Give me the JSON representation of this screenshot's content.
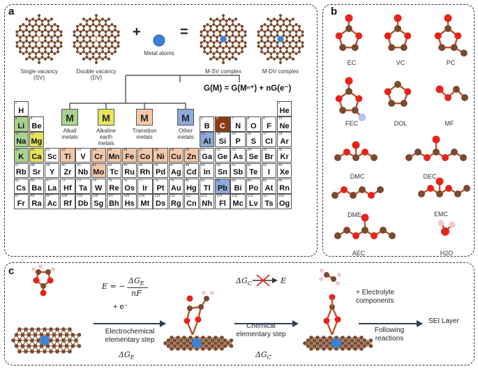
{
  "panel_a": {
    "label": "a",
    "captions": {
      "sv": "Single vacancy\n(SV)",
      "dv": "Double vacancy\n(DV)",
      "metal": "Metal atoms",
      "msv": "M-SV complex",
      "mdv": "M-DV complex"
    },
    "plus": "+",
    "equals": "=",
    "formula": "G(M) = G(Mⁿ⁺) + nG(e⁻)",
    "categories": [
      {
        "symbol": "M",
        "label": "Alkali\nmetals",
        "color": "#a9d18e"
      },
      {
        "symbol": "M",
        "label": "Alkaline\nearth\nmetals",
        "color": "#e6e35b"
      },
      {
        "symbol": "M",
        "label": "Transition\nmetals",
        "color": "#f4c7a7"
      },
      {
        "symbol": "M",
        "label": "Other\nmetals",
        "color": "#8ea9db"
      }
    ],
    "elements": [
      [
        "1",
        "H",
        1,
        1,
        "none"
      ],
      [
        "2",
        "He",
        18,
        1,
        "none"
      ],
      [
        "3",
        "Li",
        1,
        2,
        "alkali"
      ],
      [
        "4",
        "Be",
        2,
        2,
        "none"
      ],
      [
        "5",
        "B",
        13,
        2,
        "none"
      ],
      [
        "6",
        "C",
        14,
        2,
        "carbon"
      ],
      [
        "7",
        "N",
        15,
        2,
        "none"
      ],
      [
        "8",
        "O",
        16,
        2,
        "none"
      ],
      [
        "9",
        "F",
        17,
        2,
        "none"
      ],
      [
        "10",
        "Ne",
        18,
        2,
        "none"
      ],
      [
        "11",
        "Na",
        1,
        3,
        "alkali"
      ],
      [
        "12",
        "Mg",
        2,
        3,
        "alkaline"
      ],
      [
        "13",
        "Al",
        13,
        3,
        "other"
      ],
      [
        "14",
        "Si",
        14,
        3,
        "none"
      ],
      [
        "15",
        "P",
        15,
        3,
        "none"
      ],
      [
        "16",
        "S",
        16,
        3,
        "none"
      ],
      [
        "17",
        "Cl",
        17,
        3,
        "none"
      ],
      [
        "18",
        "Ar",
        18,
        3,
        "none"
      ],
      [
        "19",
        "K",
        1,
        4,
        "alkali"
      ],
      [
        "20",
        "Ca",
        2,
        4,
        "alkaline"
      ],
      [
        "21",
        "Sc",
        3,
        4,
        "none"
      ],
      [
        "22",
        "Ti",
        4,
        4,
        "transition"
      ],
      [
        "23",
        "V",
        5,
        4,
        "none"
      ],
      [
        "24",
        "Cr",
        6,
        4,
        "transition"
      ],
      [
        "25",
        "Mn",
        7,
        4,
        "transition"
      ],
      [
        "26",
        "Fe",
        8,
        4,
        "transition"
      ],
      [
        "27",
        "Co",
        9,
        4,
        "transition"
      ],
      [
        "28",
        "Ni",
        10,
        4,
        "transition"
      ],
      [
        "29",
        "Cu",
        11,
        4,
        "transition"
      ],
      [
        "30",
        "Zn",
        12,
        4,
        "transition"
      ],
      [
        "31",
        "Ga",
        13,
        4,
        "none"
      ],
      [
        "32",
        "Ge",
        14,
        4,
        "none"
      ],
      [
        "33",
        "As",
        15,
        4,
        "none"
      ],
      [
        "34",
        "Se",
        16,
        4,
        "none"
      ],
      [
        "35",
        "Br",
        17,
        4,
        "none"
      ],
      [
        "36",
        "Kr",
        18,
        4,
        "none"
      ],
      [
        "37",
        "Rb",
        1,
        5,
        "none"
      ],
      [
        "38",
        "Sr",
        2,
        5,
        "none"
      ],
      [
        "39",
        "Y",
        3,
        5,
        "none"
      ],
      [
        "40",
        "Zr",
        4,
        5,
        "none"
      ],
      [
        "41",
        "Nb",
        5,
        5,
        "none"
      ],
      [
        "42",
        "Mo",
        6,
        5,
        "transition"
      ],
      [
        "43",
        "Tc",
        7,
        5,
        "none"
      ],
      [
        "44",
        "Ru",
        8,
        5,
        "none"
      ],
      [
        "45",
        "Rh",
        9,
        5,
        "none"
      ],
      [
        "46",
        "Pd",
        10,
        5,
        "none"
      ],
      [
        "47",
        "Ag",
        11,
        5,
        "none"
      ],
      [
        "48",
        "Cd",
        12,
        5,
        "none"
      ],
      [
        "49",
        "In",
        13,
        5,
        "none"
      ],
      [
        "50",
        "Sn",
        14,
        5,
        "none"
      ],
      [
        "51",
        "Sb",
        15,
        5,
        "none"
      ],
      [
        "52",
        "Te",
        16,
        5,
        "none"
      ],
      [
        "53",
        "I",
        17,
        5,
        "none"
      ],
      [
        "54",
        "Xe",
        18,
        5,
        "none"
      ],
      [
        "55",
        "Cs",
        1,
        6,
        "none"
      ],
      [
        "56",
        "Ba",
        2,
        6,
        "none"
      ],
      [
        "57 *",
        "La",
        3,
        6,
        "none"
      ],
      [
        "72",
        "Hf",
        4,
        6,
        "none"
      ],
      [
        "73",
        "Ta",
        5,
        6,
        "none"
      ],
      [
        "74",
        "W",
        6,
        6,
        "none"
      ],
      [
        "75",
        "Re",
        7,
        6,
        "none"
      ],
      [
        "76",
        "Os",
        8,
        6,
        "none"
      ],
      [
        "77",
        "Ir",
        9,
        6,
        "none"
      ],
      [
        "78",
        "Pt",
        10,
        6,
        "none"
      ],
      [
        "79",
        "Au",
        11,
        6,
        "none"
      ],
      [
        "80",
        "Hg",
        12,
        6,
        "none"
      ],
      [
        "81",
        "Tl",
        13,
        6,
        "none"
      ],
      [
        "82",
        "Pb",
        14,
        6,
        "other"
      ],
      [
        "83",
        "Bi",
        15,
        6,
        "none"
      ],
      [
        "84",
        "Po",
        16,
        6,
        "none"
      ],
      [
        "85",
        "At",
        17,
        6,
        "none"
      ],
      [
        "86",
        "Rn",
        18,
        6,
        "none"
      ],
      [
        "87",
        "Fr",
        1,
        7,
        "none"
      ],
      [
        "88",
        "Ra",
        2,
        7,
        "none"
      ],
      [
        "89 **",
        "Ac",
        3,
        7,
        "none"
      ],
      [
        "104",
        "Rf",
        4,
        7,
        "none"
      ],
      [
        "105",
        "Db",
        5,
        7,
        "none"
      ],
      [
        "106",
        "Sg",
        6,
        7,
        "none"
      ],
      [
        "107",
        "Bh",
        7,
        7,
        "none"
      ],
      [
        "108",
        "Hs",
        8,
        7,
        "none"
      ],
      [
        "109",
        "Mt",
        9,
        7,
        "none"
      ],
      [
        "110",
        "Ds",
        10,
        7,
        "none"
      ],
      [
        "111",
        "Rg",
        11,
        7,
        "none"
      ],
      [
        "112",
        "Cn",
        12,
        7,
        "none"
      ],
      [
        "113",
        "Nh",
        13,
        7,
        "none"
      ],
      [
        "114",
        "Fl",
        14,
        7,
        "none"
      ],
      [
        "115",
        "Mc",
        15,
        7,
        "none"
      ],
      [
        "116",
        "Lv",
        16,
        7,
        "none"
      ],
      [
        "117",
        "Ts",
        17,
        7,
        "none"
      ],
      [
        "118",
        "Og",
        18,
        7,
        "none"
      ]
    ],
    "colors": {
      "alkali": "#a9d18e",
      "alkaline": "#e6e35b",
      "transition": "#f4c7a7",
      "other": "#8ea9db",
      "carbon": "#8b3a0f",
      "none": "#ffffff",
      "atom_c": "#7a4a2f",
      "atom_o": "#e8231c",
      "atom_metal": "#3b82d6",
      "atom_h": "#f2c8c8",
      "atom_f": "#b8c4ee"
    }
  },
  "panel_b": {
    "label": "b",
    "molecules": [
      "EC",
      "VC",
      "PC",
      "FEC",
      "DOL",
      "MF",
      "DMC",
      "DEC",
      "DME",
      "EMC",
      "AEC",
      "H2O"
    ]
  },
  "panel_c": {
    "label": "c",
    "eq_e": "E = −",
    "eq_num": "ΔG",
    "eq_num_sub": "E",
    "eq_den": "nF",
    "plus_e": "+ e⁻",
    "step1": "Electrochemical\nelementary step",
    "dge": "ΔG",
    "dge_sub": "E",
    "dgc_top": "ΔG",
    "dgc_top_sub": "C",
    "e_top": "E",
    "step2": "Chemical\nelementary step",
    "dgc": "ΔG",
    "dgc_sub": "C",
    "plus_electrolyte": "+  Electrolyte\ncomponents",
    "following": "Following\nreactions",
    "sei": "SEI Layer"
  }
}
